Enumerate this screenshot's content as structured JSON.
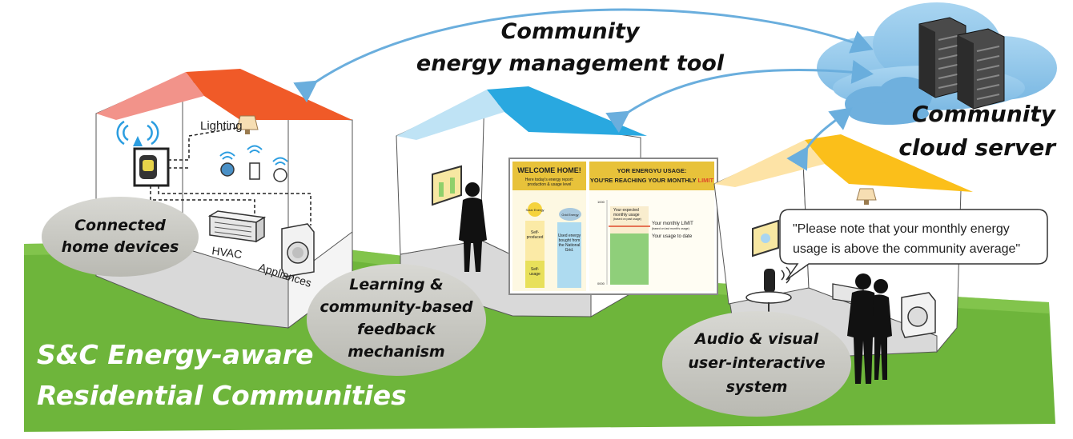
{
  "top_label": {
    "line1": "Community",
    "line2": "energy management tool"
  },
  "cloud_label": {
    "line1": "Community",
    "line2": "cloud server"
  },
  "banner": {
    "line1": "S&C Energy-aware",
    "line2": "Residential  Communities"
  },
  "house1": {
    "bubble": {
      "line1": "Connected",
      "line2": "home devices"
    },
    "labels": {
      "lighting": "Lighting",
      "hvac": "HVAC",
      "appliances": "Appliances"
    }
  },
  "house2": {
    "bubble": {
      "line1": "Learning &",
      "line2": "community-based",
      "line3": "feedback",
      "line4": "mechanism"
    },
    "screen_left": {
      "title": "WELCOME HOME!",
      "subtitle_1": "Here today's energy report:",
      "subtitle_2": "production & usage level",
      "sun_label": "Solar Energy",
      "cloud_label": "Grid Energy",
      "self_produced": "Self-\nproduced",
      "self_usage": "Self-\nusage",
      "grid_text": "Used energy\nbought from\nthe National\nGrid."
    },
    "screen_right": {
      "title_1": "YOR ENERGYU USAGE:",
      "title_2": "YOU'RE REACHING YOUR MONTHLY",
      "title_limit": "LIMIT",
      "expected_1": "Your expected",
      "expected_2": "monthly usage",
      "expected_3": "(based on past usage)",
      "limit_1": "Your monthly LIMIT",
      "limit_2": "(based on last month's usage)",
      "to_date": "Your usage to date",
      "axis_top": "1000",
      "axis_bottom": "0000"
    }
  },
  "house3": {
    "bubble": {
      "line1": "Audio & visual",
      "line2": "user-interactive",
      "line3": "system"
    },
    "speech": {
      "line1": "\"Please note that your monthly energy",
      "line2": "usage is above the community average\""
    }
  },
  "colors": {
    "grass": "#6eb53b",
    "roof1": "#f05a28",
    "roof2": "#29a8e0",
    "roof3": "#fbbf1a",
    "arrow": "#6aaedd",
    "cloud": "#8fc6ea"
  }
}
